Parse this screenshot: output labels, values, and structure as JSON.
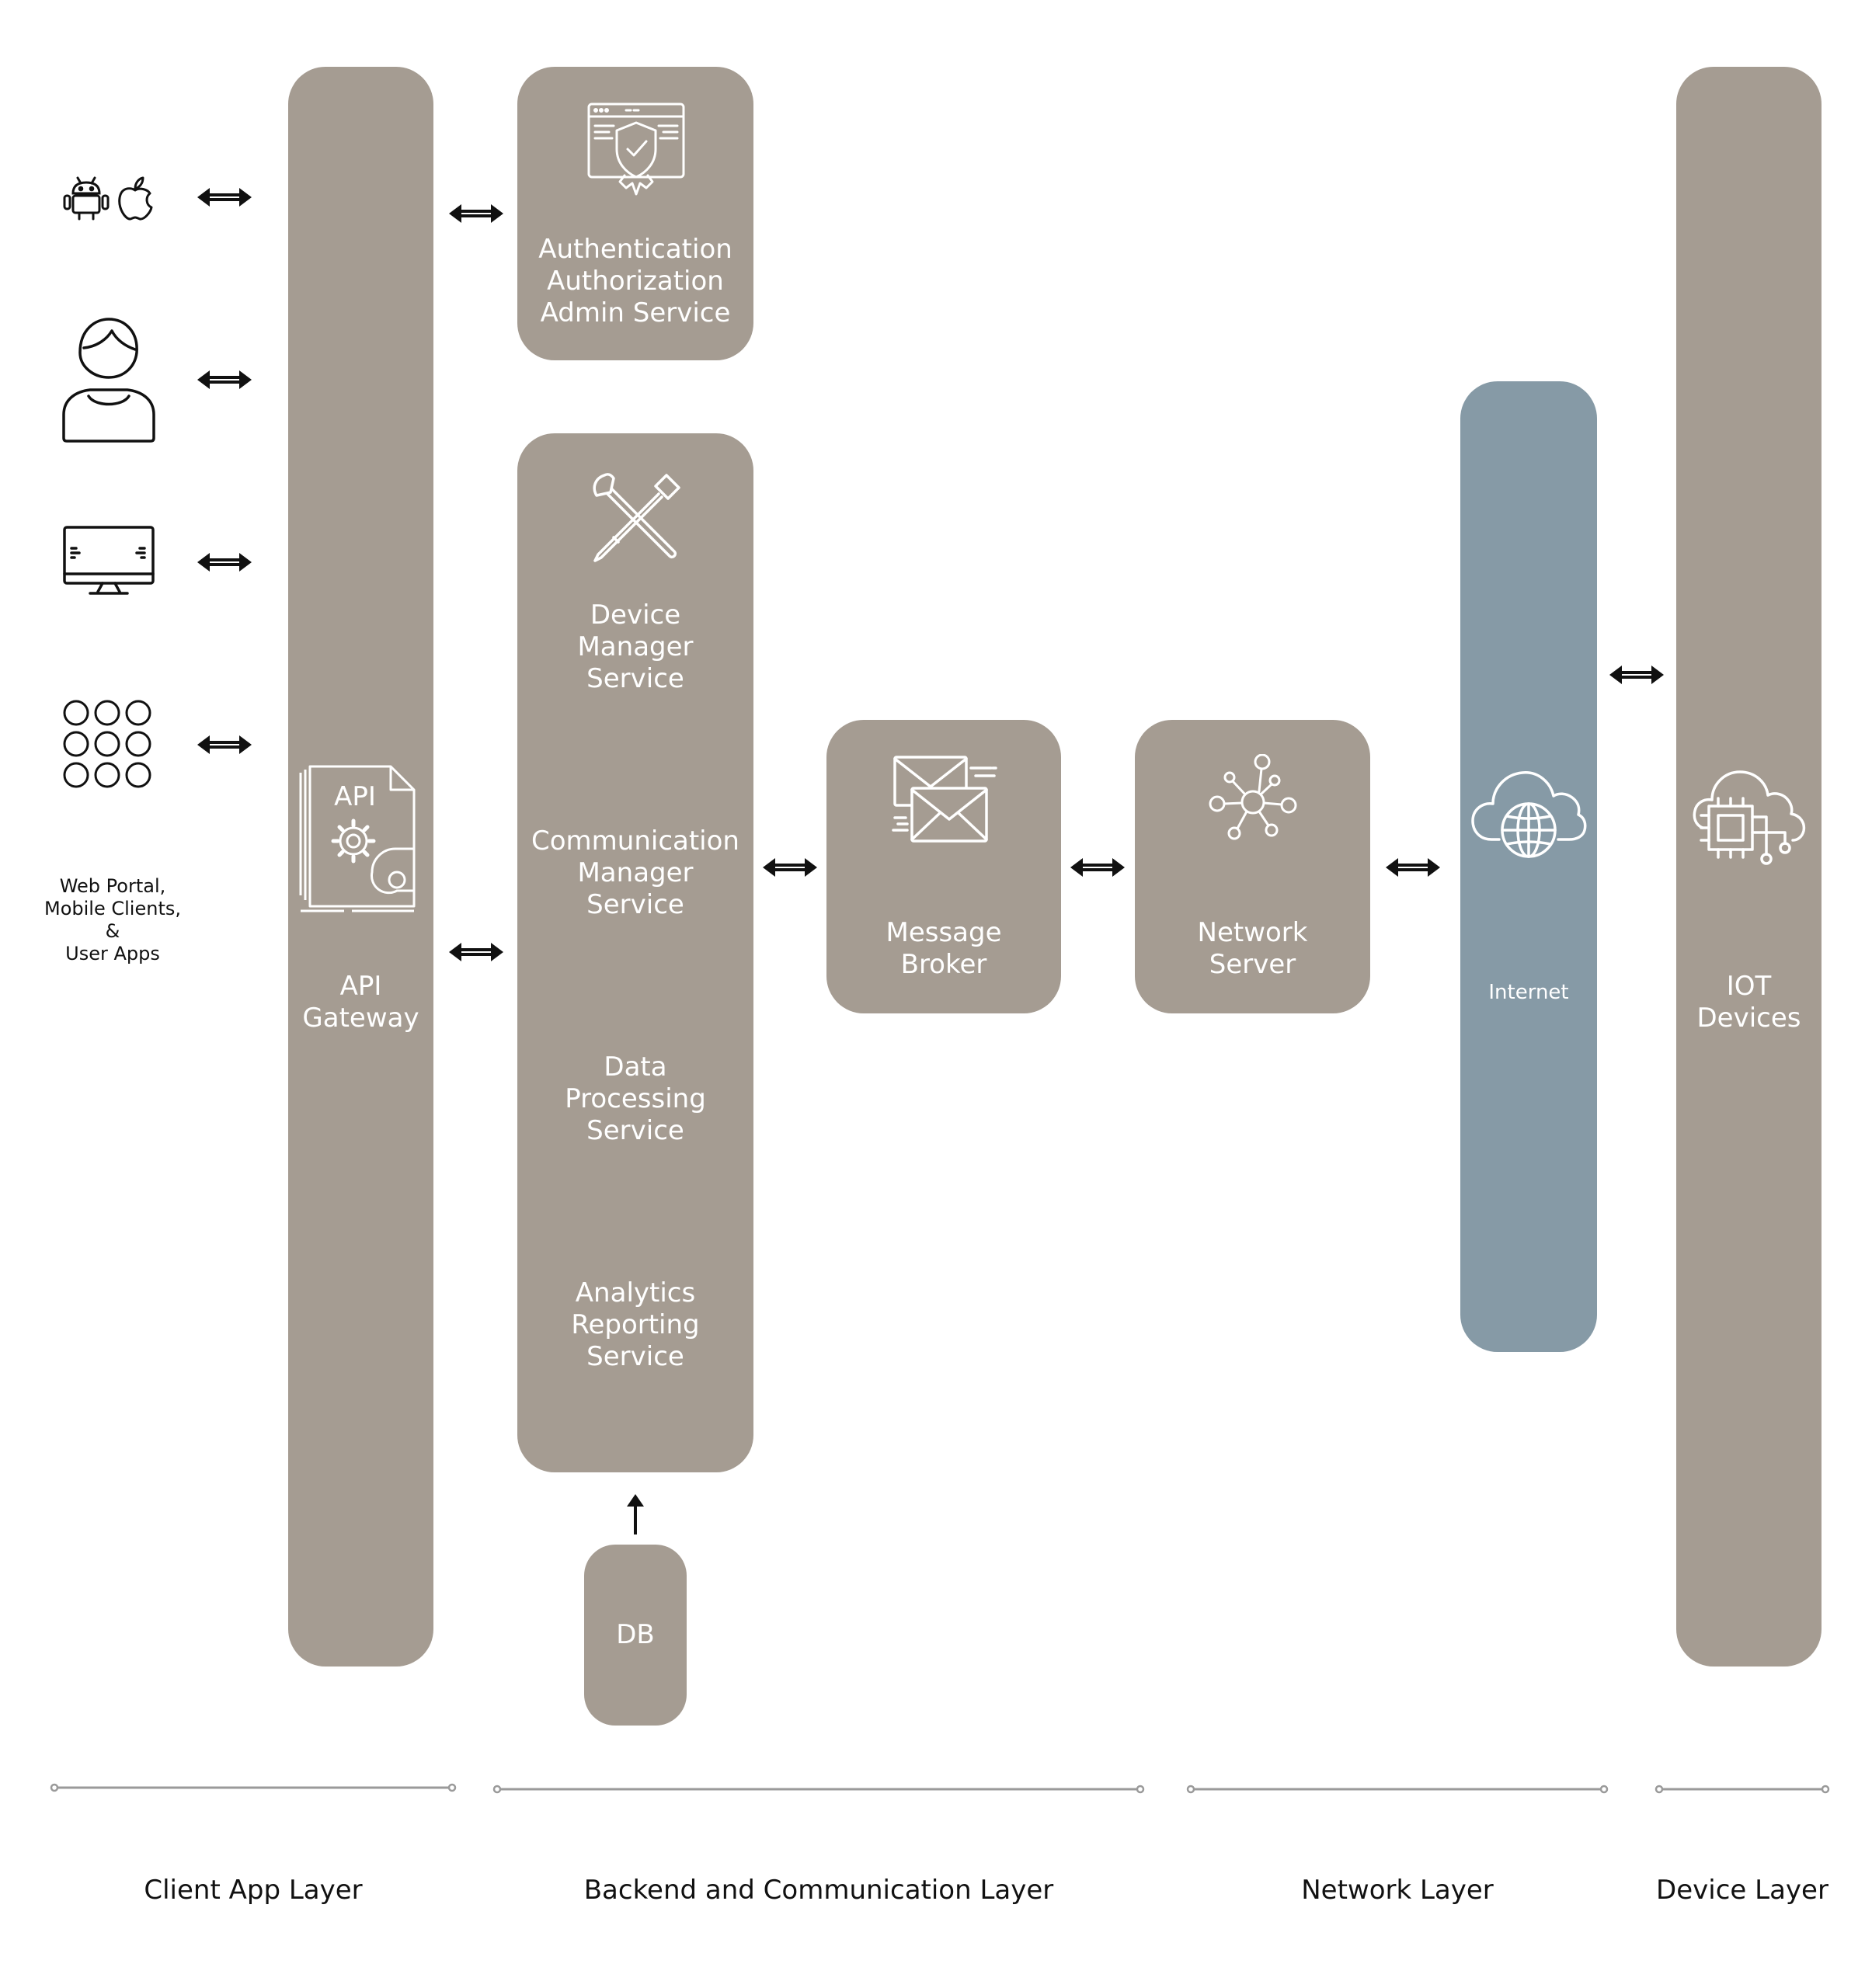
{
  "diagram": {
    "panels": {
      "api_gateway": "API\nGateway",
      "auth_service": "Authentication\nAuthorization\nAdmin Service",
      "device_manager": "Device\nManager\nService",
      "communication_manager": "Communication\nManager\nService",
      "data_processing": "Data\nProcessing\nService",
      "analytics_reporting": "Analytics\nReporting\nService",
      "db": "DB",
      "message_broker": "Message\nBroker",
      "network_server": "Network\nServer",
      "internet": "Internet",
      "iot_devices": "IOT\nDevices"
    },
    "api_icon_label": "API",
    "client_caption": "Web Portal,\nMobile Clients,\n&\nUser Apps",
    "layers": [
      "Client App Layer",
      "Backend and Communication Layer",
      "Network Layer",
      "Device Layer"
    ],
    "colors": {
      "panel": "#a59c92",
      "internet_panel": "#869aa6",
      "rule": "#9a9a9a",
      "arrow": "#111111",
      "background": "#ffffff"
    },
    "icons": [
      "android-icon",
      "apple-icon",
      "user-avatar-icon",
      "monitor-icon",
      "app-grid-icon",
      "api-document-gear-icon",
      "web-security-shield-icon",
      "tools-icon",
      "envelopes-icon",
      "network-hub-icon",
      "cloud-globe-icon",
      "cloud-chip-icon"
    ]
  }
}
